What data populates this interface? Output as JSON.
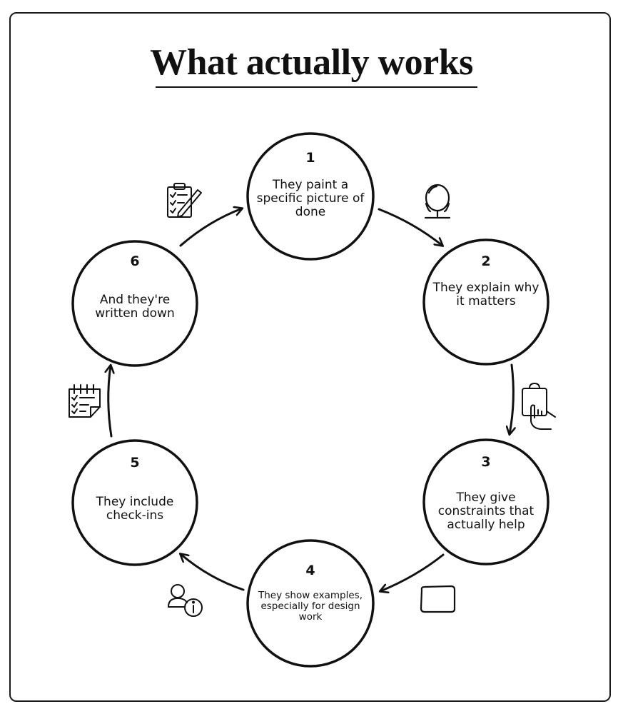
{
  "title": "What actually works",
  "steps": [
    {
      "number": "1",
      "text": "They paint a specific picture of done",
      "icon": "mirror-icon"
    },
    {
      "number": "2",
      "text": "They explain why it matters",
      "icon": "clipboard-hand-icon"
    },
    {
      "number": "3",
      "text": "They give constraints that actually help",
      "icon": "blank-card-icon"
    },
    {
      "number": "4",
      "text": "They show examples, especially for design work",
      "icon": "person-info-icon"
    },
    {
      "number": "5",
      "text": "They include check-ins",
      "icon": "calendar-checklist-icon"
    },
    {
      "number": "6",
      "text": "And they're written down",
      "icon": "checklist-pencil-icon"
    }
  ]
}
